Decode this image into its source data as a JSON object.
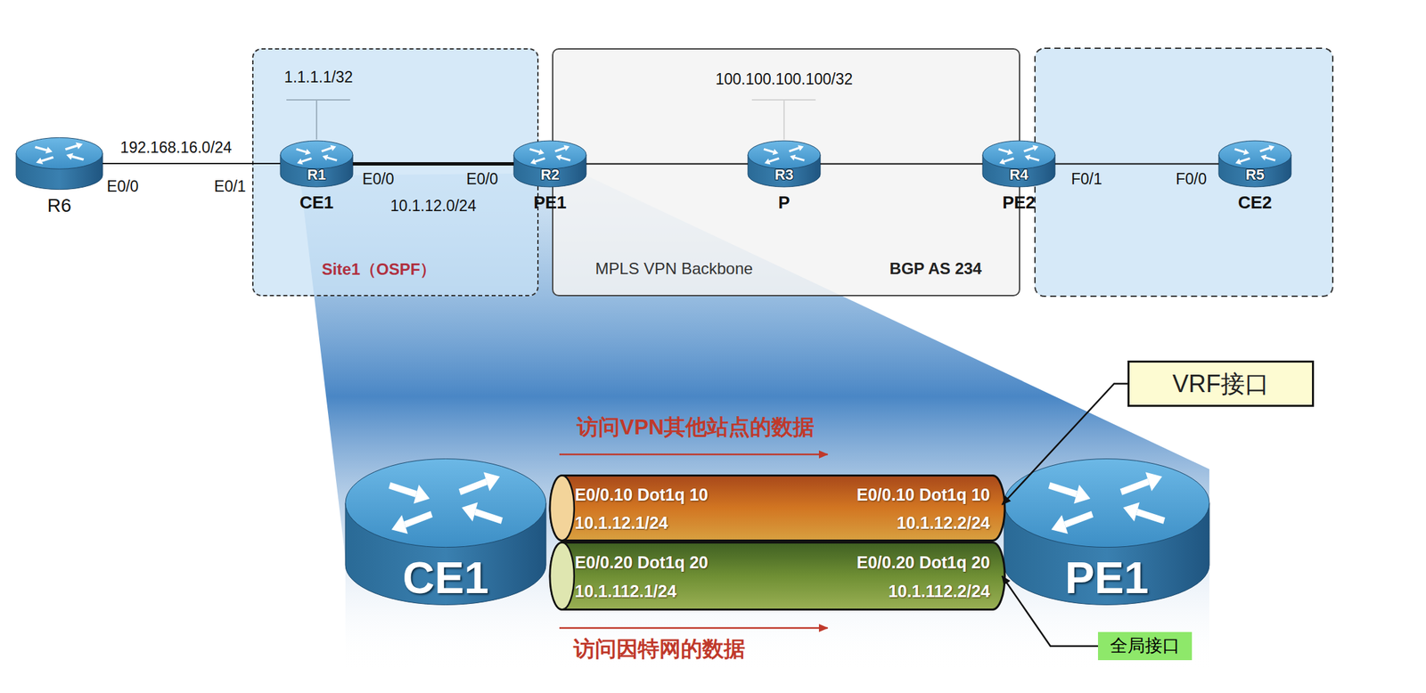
{
  "diagram": {
    "nodes": [
      {
        "text": [
          "R6"
        ]
      },
      {
        "text": [
          "Site1（OSPF）"
        ]
      },
      {
        "text": [
          "R1",
          "CE1"
        ],
        "in": 1
      },
      {
        "text": [
          "MPLS VPN Backbone",
          "BGP AS 234"
        ]
      },
      {
        "text": [
          "R2",
          "PE1"
        ],
        "in": 3
      },
      {
        "text": [
          "R3",
          "P"
        ],
        "in": 3
      },
      {
        "text": [
          "R4",
          "PE2"
        ],
        "in": 3
      },
      {
        "text": [
          "R5",
          "CE2"
        ]
      },
      {
        "text": [
          "VRF接口"
        ]
      },
      {
        "text": [
          "CE1"
        ]
      },
      {
        "text": [
          "PE1"
        ]
      },
      {
        "text": [
          "E0/0.10 Dot1q 10",
          "10.1.12.1/24",
          "E0/0.10 Dot1q 10",
          "10.1.12.2/24"
        ]
      },
      {
        "text": [
          "E0/0.20 Dot1q 20",
          "10.1.112.1/24",
          "E0/0.20 Dot1q 20",
          "10.1.112.2/24"
        ]
      },
      {
        "text": [
          "全局接口"
        ]
      }
    ],
    "edges": [
      {
        "from": 0,
        "to": 2,
        "arrow": "none",
        "label": "192.168.16.0/24"
      },
      {
        "from": 2,
        "to": 4,
        "arrow": "none",
        "label": "10.1.12.0/24"
      },
      {
        "from": 4,
        "to": 5,
        "arrow": "none"
      },
      {
        "from": 5,
        "to": 6,
        "arrow": "none"
      },
      {
        "from": 6,
        "to": 7,
        "arrow": "none"
      },
      {
        "from": 8,
        "to": 11,
        "arrow": "to"
      },
      {
        "from": 13,
        "to": 12,
        "arrow": "to"
      }
    ],
    "labels": [
      "1.1.1.1/32",
      "100.100.100.100/32",
      "E0/0",
      "E0/1",
      "E0/0",
      "E0/0",
      "F0/1",
      "F0/0",
      "访问VPN其他站点的数据",
      "访问因特网的数据"
    ]
  }
}
